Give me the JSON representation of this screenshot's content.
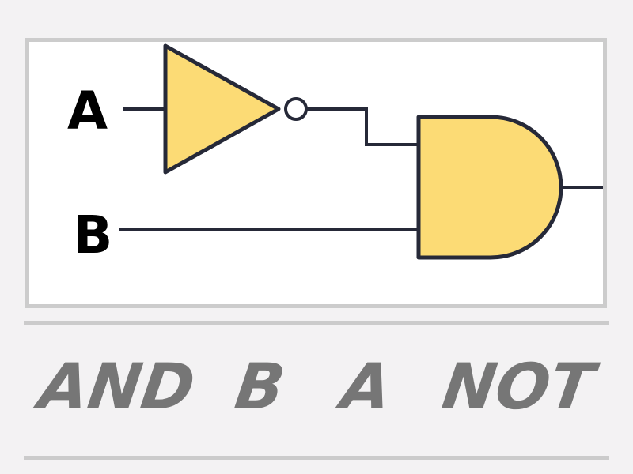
{
  "diagram": {
    "inputs": [
      {
        "label": "A"
      },
      {
        "label": "B"
      }
    ],
    "gates": [
      {
        "type": "NOT",
        "input": "A"
      },
      {
        "type": "AND",
        "inputs": [
          "NOT A",
          "B"
        ]
      }
    ],
    "colors": {
      "gate_fill": "#fcdb75",
      "wire": "#262938",
      "frame_border": "#cccccc",
      "label": "#000000"
    }
  },
  "answers": {
    "words": [
      "AND",
      "B",
      "A",
      "NOT"
    ],
    "color": "#767676"
  }
}
